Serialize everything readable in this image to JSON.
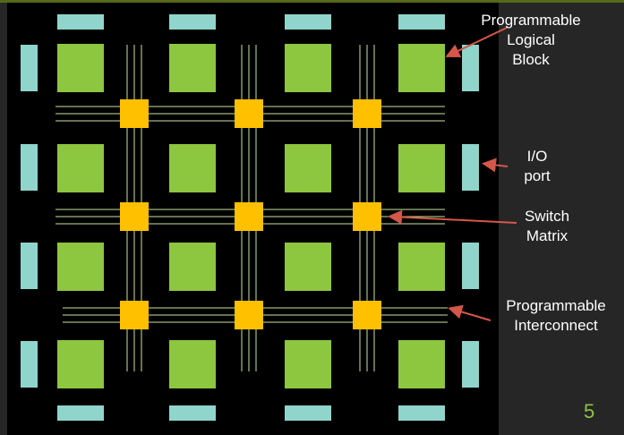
{
  "labels": {
    "clb": [
      "Programmable",
      "Logical",
      "Block"
    ],
    "io": [
      "I/O",
      "port"
    ],
    "switch": [
      "Switch",
      "Matrix"
    ],
    "interconnect": [
      "Programmable",
      "Interconnect"
    ]
  },
  "slide_number": "5",
  "colors": {
    "clb": "#8dc63f",
    "switch": "#ffc000",
    "io": "#8fd5cc",
    "wire": "#c9e3a0",
    "arrow": "#d4574a"
  }
}
